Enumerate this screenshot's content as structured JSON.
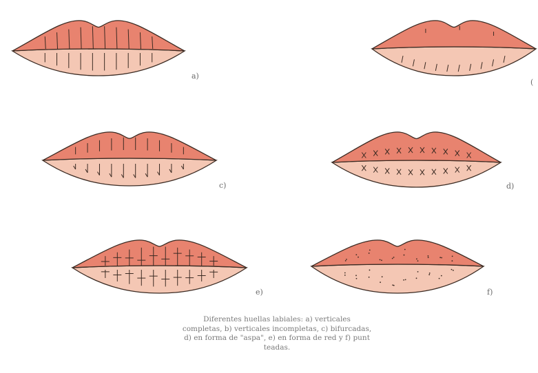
{
  "colors": {
    "upper_lip": "#e8836f",
    "lower_lip": "#f4c7b4",
    "outline": "#3a2a22",
    "label_text": "#6a6a6a"
  },
  "panels": [
    {
      "id": "a",
      "label": "a)",
      "pattern": "vertical-complete"
    },
    {
      "id": "b",
      "label": "(",
      "pattern": "short-peripheral"
    },
    {
      "id": "c",
      "label": "c)",
      "pattern": "vertical-incomplete"
    },
    {
      "id": "d",
      "label": "d)",
      "pattern": "bifurcated-x"
    },
    {
      "id": "e",
      "label": "e)",
      "pattern": "reticular"
    },
    {
      "id": "f",
      "label": "f)",
      "pattern": "dotted-undefined"
    }
  ],
  "caption": {
    "lines": [
      "Diferentes huellas labiales: a) verticales",
      "completas, b) verticales incompletas, c) bifurcadas,",
      "d) en forma de \"aspa\", e) en forma de red y f) punt",
      "teadas."
    ]
  }
}
